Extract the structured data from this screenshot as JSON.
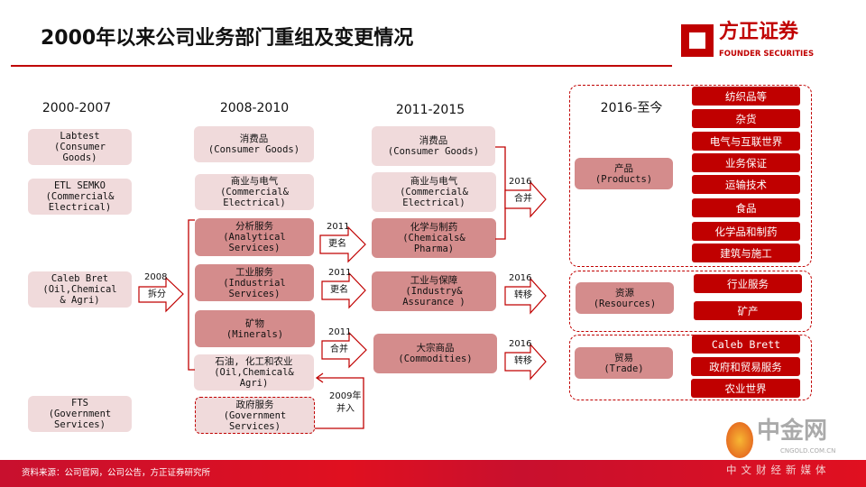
{
  "title": "2000年以来公司业务部门重组及变更情况",
  "logo": {
    "name": "方正证券",
    "sub": "FOUNDER SECURITIES"
  },
  "columns": [
    "2000-2007",
    "2008-2010",
    "2011-2015",
    "2016-至今"
  ],
  "col1": [
    "Labtest\n(Consumer\nGoods)",
    "ETL SEMKO\n(Commercial&\nElectrical)",
    "Caleb Bret\n(Oil,Chemical\n& Agri)",
    "FTS\n(Government\nServices)"
  ],
  "col2": [
    "消费品\n(Consumer Goods)",
    "商业与电气\n(Commercial&\nElectrical)",
    "分析服务\n(Analytical\nServices)",
    "工业服务\n(Industrial\nServices)",
    "矿物\n(Minerals)",
    "石油, 化工和农业\n(Oil,Chemical&\nAgri)",
    "政府服务\n(Government\nServices)"
  ],
  "col3": [
    "消费品\n(Consumer Goods)",
    "商业与电气\n(Commercial&\nElectrical)",
    "化学与制药\n(Chemicals&\nPharma)",
    "工业与保障\n(Industry&\nAssurance )",
    "大宗商品\n(Commodities)"
  ],
  "arrows": {
    "a2008": {
      "year": "2008",
      "action": "拆分"
    },
    "a2011a": {
      "year": "2011",
      "action": "更名"
    },
    "a2011b": {
      "year": "2011",
      "action": "更名"
    },
    "a2011c": {
      "year": "2011",
      "action": "合并"
    },
    "a2009": {
      "year": "2009年",
      "action": "并入"
    },
    "a2016a": {
      "year": "2016",
      "action": "合并"
    },
    "a2016b": {
      "year": "2016",
      "action": "转移"
    },
    "a2016c": {
      "year": "2016",
      "action": "转移"
    }
  },
  "col4": {
    "products": {
      "label": "产品\n(Products)",
      "items": [
        "纺织品等",
        "杂货",
        "电气与互联世界",
        "业务保证",
        "运输技术",
        "食品",
        "化学品和制药",
        "建筑与施工"
      ]
    },
    "resources": {
      "label": "资源\n(Resources)",
      "items": [
        "行业服务",
        "矿产"
      ]
    },
    "trade": {
      "label": "贸易\n(Trade)",
      "items": [
        "Caleb Brett",
        "政府和贸易服务",
        "农业世界"
      ]
    }
  },
  "footer": {
    "source": "资料来源：公司官网，公司公告，方正证券研究所",
    "watermark": "中金网",
    "watermark_url": "CNGOLD.COM.CN",
    "watermark_sub": "中文财经新媒体"
  },
  "colors": {
    "accent": "#c00000",
    "light": "#f0dadb",
    "mid": "#d48c8c"
  }
}
